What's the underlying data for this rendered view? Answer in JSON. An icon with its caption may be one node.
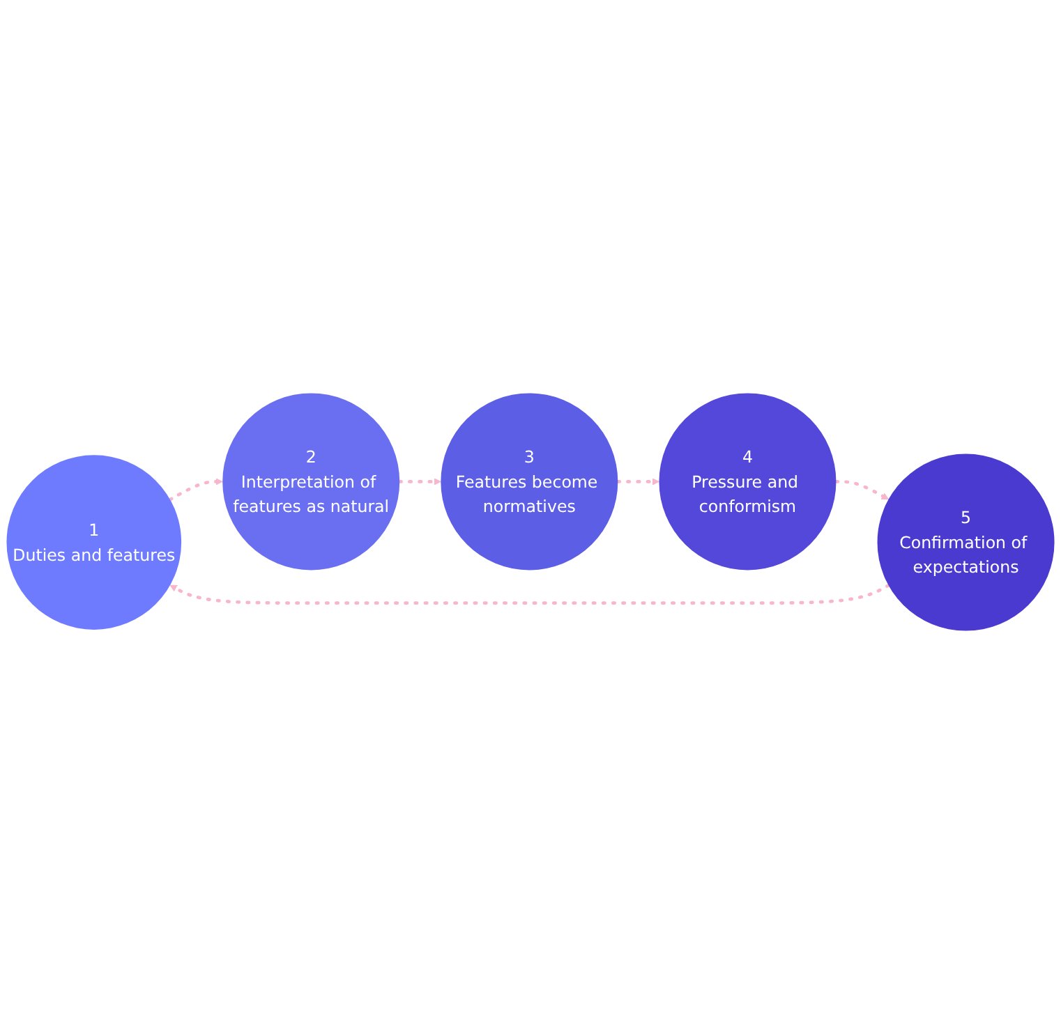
{
  "diagram": {
    "nodes": [
      {
        "text": [
          "1",
          "Duties and features"
        ]
      },
      {
        "text": [
          "2",
          "Interpretation of features as natural"
        ]
      },
      {
        "text": [
          "3",
          "Features become normatives"
        ]
      },
      {
        "text": [
          "4",
          "Pressure and conformism"
        ]
      },
      {
        "text": [
          "5",
          "Confirmation of expectations"
        ]
      }
    ],
    "edges": [
      {
        "from": 0,
        "to": 1,
        "arrow": "to",
        "style": "dashed",
        "color": "#f7b6cb"
      },
      {
        "from": 1,
        "to": 2,
        "arrow": "to",
        "style": "dashed",
        "color": "#f7b6cb"
      },
      {
        "from": 2,
        "to": 3,
        "arrow": "to",
        "style": "dashed",
        "color": "#f7b6cb"
      },
      {
        "from": 3,
        "to": 4,
        "arrow": "to",
        "style": "dashed",
        "color": "#f7b6cb"
      },
      {
        "from": 4,
        "to": 0,
        "arrow": "to",
        "style": "dashed",
        "color": "#f7b6cb"
      }
    ]
  }
}
